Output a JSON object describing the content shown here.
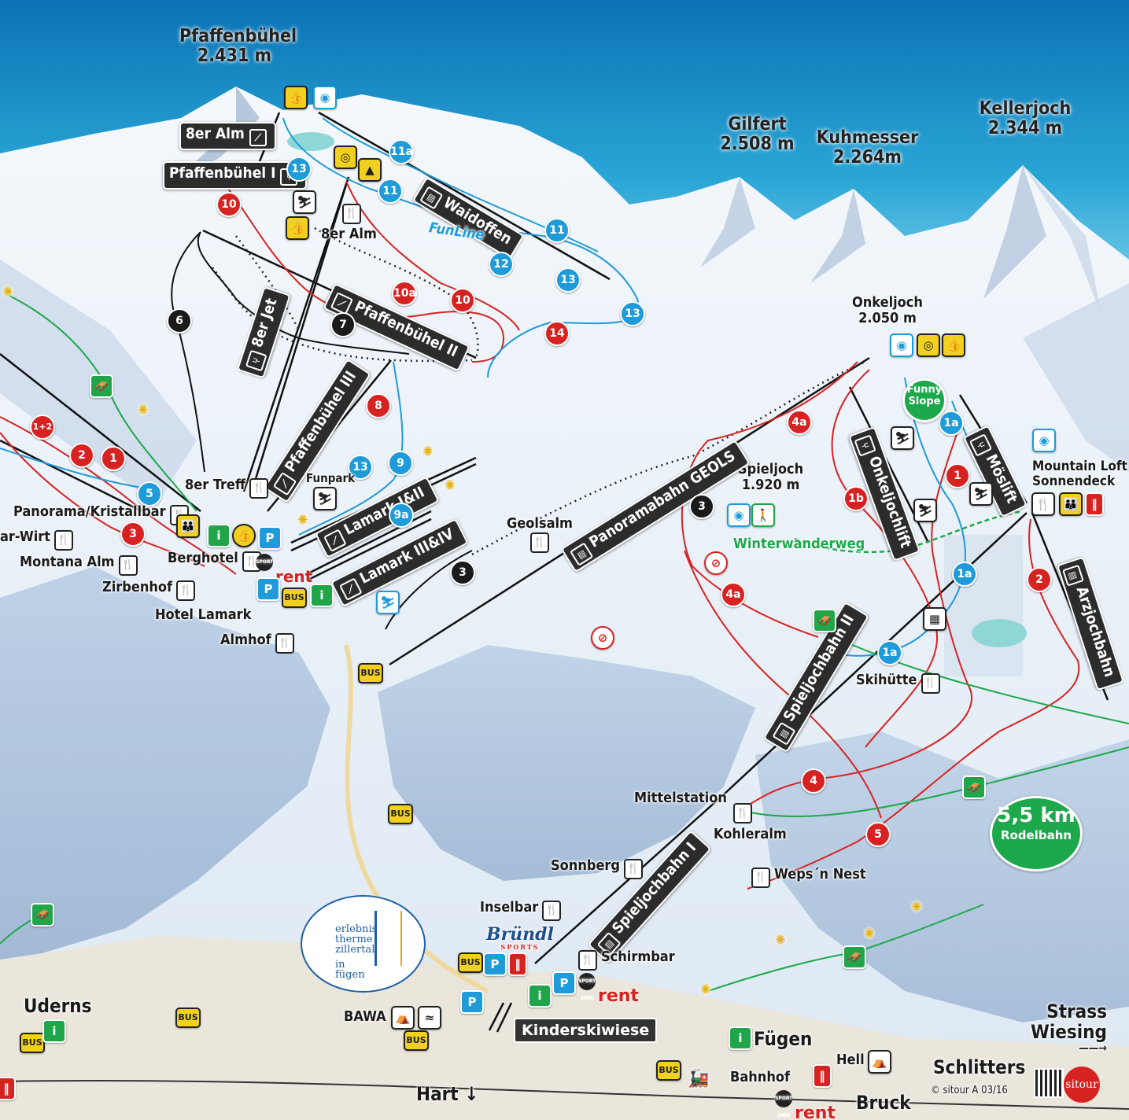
{
  "peaks": {
    "pfaffenbuehel": {
      "name": "Pfaffenbühel",
      "height": "2.431 m"
    },
    "gilfert": {
      "name": "Gilfert",
      "height": "2.508 m"
    },
    "kuhmesser": {
      "name": "Kuhmesser",
      "height": "2.264m"
    },
    "kellerjoch": {
      "name": "Kellerjoch",
      "height": "2.344 m"
    },
    "onkeljoch": {
      "name": "Onkeljoch",
      "height": "2.050 m"
    },
    "spieljoch": {
      "name": "Spieljoch",
      "height": "1.920 m"
    }
  },
  "lifts": {
    "achter_alm": "8er Alm",
    "pfaffenbuehel_1": "Pfaffenbühel I",
    "waidoffen": "Waidoffen",
    "pfaffenbuehel_2": "Pfaffenbühel II",
    "achter_jet": "8er Jet",
    "pfaffenbuehel_3": "Pfaffenbühel III",
    "lamark_1_2": "Lamark I&II",
    "lamark_3_4": "Lamark III&IV",
    "panoramabahn": "Panoramabahn GEOLS",
    "onkeljochlift": "Onkeljochlift",
    "moeslift": "Möslift",
    "arzjochbahn": "Arzjochbahn",
    "spieljochbahn_2": "Spieljochbahn II",
    "spieljochbahn_1": "Spieljochbahn I"
  },
  "places": {
    "achter_alm_hut": "8er Alm",
    "funline": "FunLine",
    "achter_treff": "8er Treff",
    "funpark": "Funpark",
    "panorama_kristallbar": "Panorama/Kristallbar",
    "ar_wirt": "ar-Wirt",
    "montana_alm": "Montana Alm",
    "berghotel": "Berghotel",
    "zirbenhof": "Zirbenhof",
    "hotel_lamark": "Hotel Lamark",
    "almhof": "Almhof",
    "geolsalm": "Geolsalm",
    "winterwanderweg": "Winterwanderweg",
    "funny_slope": "Funny Slope",
    "mountain_loft": "Mountain Loft",
    "sonnendeck": "Sonnendeck",
    "skihuette": "Skihütte",
    "mittelstation": "Mittelstation",
    "kohleralm": "Kohleralm",
    "sonnberg": "Sonnberg",
    "weps_nest": "Weps´n Nest",
    "inselbar": "Inselbar",
    "schirmbar": "Schirmbar",
    "kinderskiwiese": "Kinderskiwiese",
    "bawa": "BAWA",
    "bahnhof": "Bahnhof",
    "fuegen": "Fügen",
    "hell": "Hell",
    "uderns": "Uderns",
    "hart": "Hart",
    "bruck": "Bruck",
    "schlitters": "Schlitters",
    "strass": "Strass",
    "wiesing": "Wiesing",
    "rent": "rent",
    "sport2000": "SPORT 2000"
  },
  "rodelbahn": {
    "distance": "5,5 km",
    "label": "Rodelbahn"
  },
  "therme": {
    "line1": "erlebnis",
    "line2": "therme",
    "line3": "zillertal",
    "line4": "in",
    "line5": "fügen"
  },
  "bruendl": {
    "name": "Bründl",
    "sub": "SPORTS"
  },
  "credits": {
    "copyright": "© sitour A 03/16",
    "brand": "sitour"
  },
  "slopes": {
    "red": [
      "10",
      "10",
      "10a",
      "14",
      "8",
      "1+2",
      "2",
      "1",
      "3",
      "4a",
      "4a",
      "1b",
      "1",
      "2",
      "4",
      "5"
    ],
    "blue": [
      "11a",
      "13",
      "11",
      "11",
      "12",
      "13",
      "13",
      "13",
      "9",
      "9a",
      "5",
      "1a",
      "1a",
      "1a"
    ],
    "black": [
      "6",
      "7",
      "3",
      "3"
    ]
  },
  "colors": {
    "sky": "#1f8fc4",
    "red_slope": "#d72222",
    "blue_slope": "#1f9bd9",
    "black_slope": "#1a1a1a",
    "toboggan": "#1da84b"
  }
}
